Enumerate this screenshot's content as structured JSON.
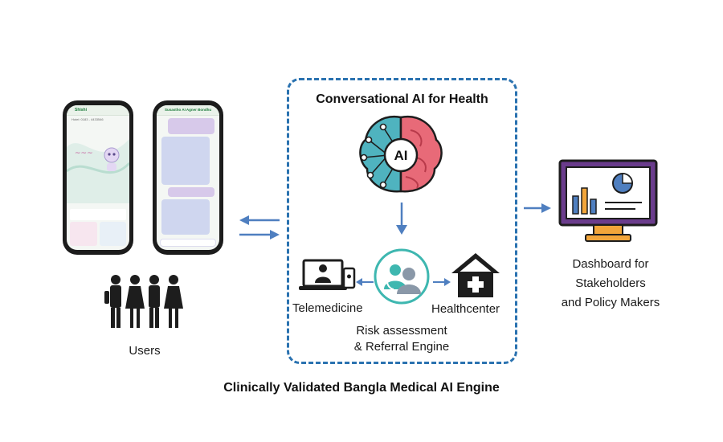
{
  "box_title": "Conversational AI for Health",
  "ai_label": "AI",
  "telemedicine": "Telemedicine",
  "healthcenter": "Healthcenter",
  "risk_line1": "Risk assessment",
  "risk_line2": "& Referral Engine",
  "users_label": "Users",
  "dashboard_line1": "Dashboard for",
  "dashboard_line2": "Stakeholders",
  "dashboard_line3": "and Policy Makers",
  "footer": "Clinically Validated Bangla Medical AI Engine",
  "phone1": {
    "app_name": "Shishi",
    "subtitle": "Hotel: 0183 - 4433546"
  },
  "phone2": {
    "app_name": "Susastho AI Agner Bondhu"
  },
  "colors": {
    "accent": "#2a72b0",
    "arrow": "#4f7fc0",
    "brain_left": "#4fb3bf",
    "brain_right": "#e86a78",
    "monitor": "#6a3c8c",
    "teal": "#3eb7b0"
  }
}
